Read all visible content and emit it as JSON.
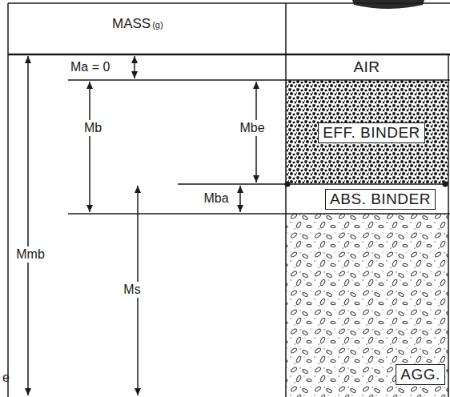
{
  "diagram": {
    "nodes": [
      {
        "text": [
          "AIR"
        ]
      },
      {
        "text": [
          "EFF. BINDER"
        ]
      },
      {
        "text": [
          "ABS. BINDER"
        ]
      },
      {
        "text": [
          "AGG."
        ]
      }
    ],
    "labels": [
      "MASS",
      "(g)",
      "Ma = 0",
      "Mb",
      "Mbe",
      "Mba",
      "Mmb",
      "Ms",
      "e"
    ]
  }
}
